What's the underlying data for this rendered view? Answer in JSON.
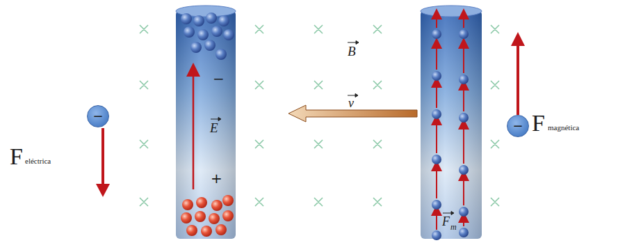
{
  "diagram": {
    "nodes": [
      {
        "text": [
          "−"
        ]
      },
      {
        "text": [
          "−"
        ]
      }
    ],
    "labels": [
      "B",
      "v",
      "−",
      "E",
      "+",
      "F",
      "m",
      "F",
      "eléctrica",
      "F",
      "magnética"
    ]
  }
}
